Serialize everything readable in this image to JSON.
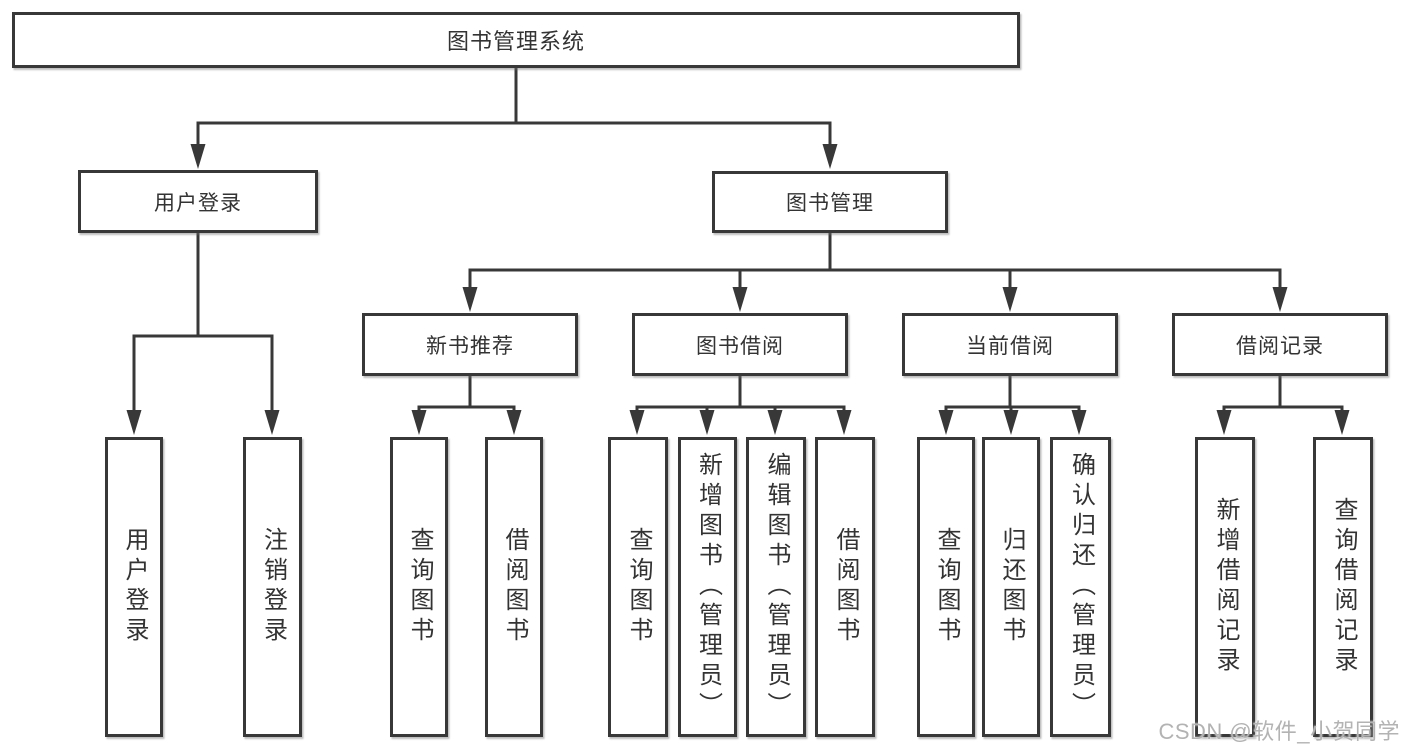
{
  "diagram": {
    "root": {
      "label": "图书管理系统"
    },
    "branches": [
      {
        "label": "用户登录",
        "children": [
          {
            "label": "用户登录"
          },
          {
            "label": "注销登录"
          }
        ]
      },
      {
        "label": "图书管理",
        "children": [
          {
            "label": "新书推荐",
            "children": [
              {
                "label": "查询图书"
              },
              {
                "label": "借阅图书"
              }
            ]
          },
          {
            "label": "图书借阅",
            "children": [
              {
                "label": "查询图书"
              },
              {
                "label": "新增图书（管理员）"
              },
              {
                "label": "编辑图书（管理员）"
              },
              {
                "label": "借阅图书"
              }
            ]
          },
          {
            "label": "当前借阅",
            "children": [
              {
                "label": "查询图书"
              },
              {
                "label": "归还图书"
              },
              {
                "label": "确认归还（管理员）"
              }
            ]
          },
          {
            "label": "借阅记录",
            "children": [
              {
                "label": "新增借阅记录"
              },
              {
                "label": "查询借阅记录"
              }
            ]
          }
        ]
      }
    ]
  },
  "watermark": "CSDN @软件_小贺同学",
  "colors": {
    "line": "#383838",
    "box_border": "#383838",
    "text": "#333333",
    "watermark": "#b3b3b3",
    "background": "#ffffff"
  }
}
